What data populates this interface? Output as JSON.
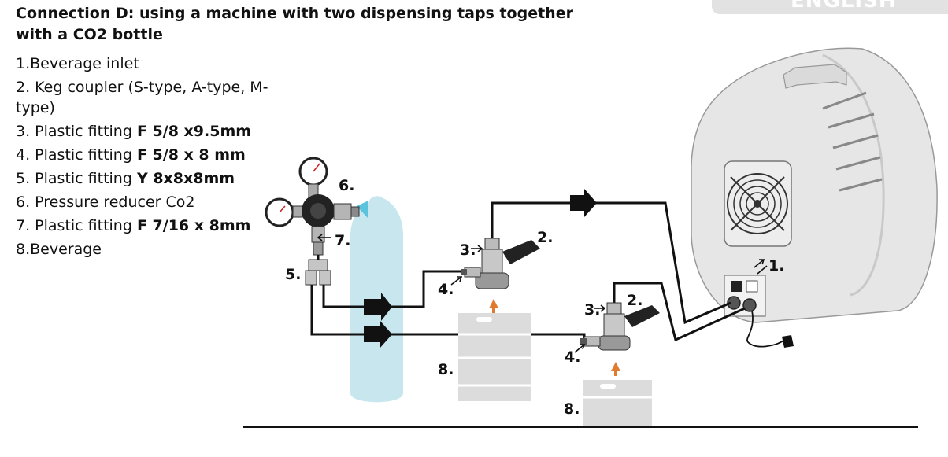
{
  "heading": "Connection D: using a machine with two dispensing taps together with a CO2 bottle",
  "language_tab": "ENGLISH",
  "items": [
    {
      "text": "1.Beverage inlet",
      "bold": ""
    },
    {
      "text": "2. Keg coupler (S-type, A-type, M-type)",
      "bold": ""
    },
    {
      "text": "3. Plastic fitting ",
      "bold": "F 5/8 x9.5mm"
    },
    {
      "text": "4. Plastic fitting ",
      "bold": "F 5/8 x 8 mm"
    },
    {
      "text": "5. Plastic fitting ",
      "bold": "Y 8x8x8mm"
    },
    {
      "text": "6. Pressure reducer Co2",
      "bold": ""
    },
    {
      "text": "7. Plastic fitting ",
      "bold": "F 7/16 x 8mm"
    },
    {
      "text": "8.Beverage",
      "bold": ""
    }
  ],
  "diagram_labels": {
    "l6": "6.",
    "l7": "7.",
    "l5": "5.",
    "l3a": "3.",
    "l2a": "2.",
    "l4a": "4.",
    "l8a": "8.",
    "l3b": "3.",
    "l2b": "2.",
    "l4b": "4.",
    "l8b": "8.",
    "l1": "1."
  },
  "colors": {
    "line": "#111111",
    "bottle": "#c8e6ee",
    "arrow_orange": "#e07a2e",
    "arrow_blue": "#5cc3dc",
    "machine": "#e6e6e6"
  }
}
